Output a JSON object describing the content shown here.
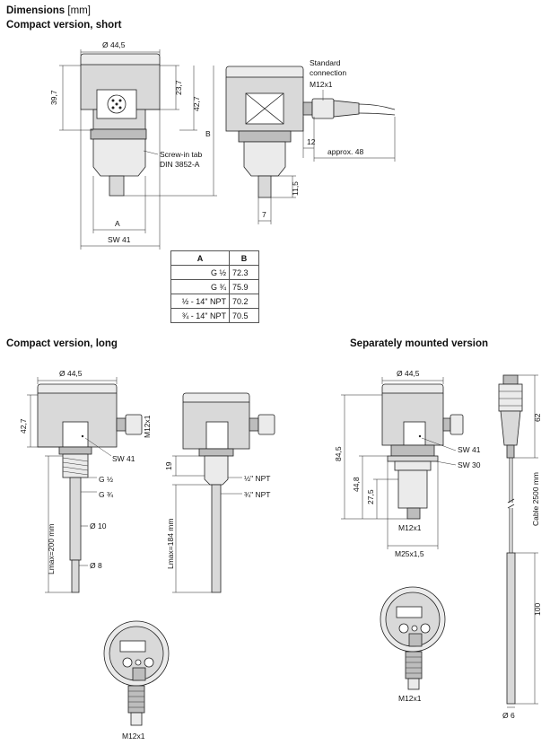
{
  "headings": {
    "dimensions": "Dimensions",
    "dimensions_unit": "[mm]",
    "compact_short": "Compact version, short",
    "compact_long": "Compact version, long",
    "separately_mounted": "Separately mounted version"
  },
  "short": {
    "dia": "Ø 44,5",
    "h1": "39,7",
    "h2": "23,7",
    "h3": "42,7",
    "b": "B",
    "screw_tab_1": "Screw-in tab",
    "screw_tab_2": "DIN 3852-A",
    "a": "A",
    "sw": "SW 41",
    "std_conn_1": "Standard",
    "std_conn_2": "connection",
    "m12": "M12x1",
    "d12": "12",
    "approx48": "approx. 48",
    "d115": "11,5",
    "d7": "7"
  },
  "table": {
    "headers": [
      "A",
      "B"
    ],
    "rows": [
      [
        "G ½",
        "72.3"
      ],
      [
        "G ¾",
        "75.9"
      ],
      [
        "½ - 14\" NPT",
        "70.2"
      ],
      [
        "¾ - 14\" NPT",
        "70.5"
      ]
    ]
  },
  "long": {
    "dia": "Ø 44,5",
    "h": "42,7",
    "m12": "M12x1",
    "sw": "SW 41",
    "g12": "G ½",
    "g34": "G ¾",
    "lmax200": "Lmax=200 mm",
    "d10": "Ø 10",
    "d8": "Ø 8",
    "d19": "19",
    "npt12": "½\" NPT",
    "npt34": "¾\" NPT",
    "lmax184": "Lmax=184 mm",
    "m12_bottom": "M12x1"
  },
  "separate": {
    "dia": "Ø 44,5",
    "h845": "84,5",
    "h448": "44,8",
    "h275": "27,5",
    "sw41": "SW 41",
    "sw30": "SW 30",
    "m12": "M12x1",
    "m25": "M25x1,5",
    "d62": "62",
    "cable": "Cable 2500 mm",
    "d100": "100",
    "d6": "Ø 6",
    "m12_bottom": "M12x1"
  }
}
